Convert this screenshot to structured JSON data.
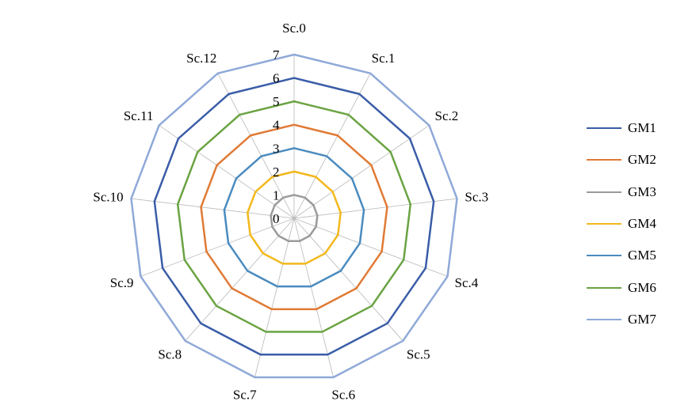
{
  "chart_data": {
    "type": "radar",
    "categories": [
      "Sc.0",
      "Sc.1",
      "Sc.2",
      "Sc.3",
      "Sc.4",
      "Sc.5",
      "Sc.6",
      "Sc.7",
      "Sc.8",
      "Sc.9",
      "Sc.10",
      "Sc.11",
      "Sc.12"
    ],
    "r_ticks": [
      "0",
      "1",
      "2",
      "3",
      "4",
      "5",
      "6",
      "7"
    ],
    "rlim": [
      0,
      7
    ],
    "grid": true,
    "legend": "right",
    "series": [
      {
        "name": "GM1",
        "color": "#3a5da8",
        "values": [
          6,
          6,
          6,
          6,
          6,
          6,
          6,
          6,
          6,
          6,
          6,
          6,
          6
        ]
      },
      {
        "name": "GM2",
        "color": "#e07a35",
        "values": [
          4,
          4,
          4,
          4,
          4,
          4,
          4,
          4,
          4,
          4,
          4,
          4,
          4
        ]
      },
      {
        "name": "GM3",
        "color": "#9b9b9b",
        "values": [
          1,
          1,
          1,
          1,
          1,
          1,
          1,
          1,
          1,
          1,
          1,
          1,
          1
        ]
      },
      {
        "name": "GM4",
        "color": "#f2b81c",
        "values": [
          2,
          2,
          2,
          2,
          2,
          2,
          2,
          2,
          2,
          2,
          2,
          2,
          2
        ]
      },
      {
        "name": "GM5",
        "color": "#4a8bbf",
        "values": [
          3,
          3,
          3,
          3,
          3,
          3,
          3,
          3,
          3,
          3,
          3,
          3,
          3
        ]
      },
      {
        "name": "GM6",
        "color": "#6aa342",
        "values": [
          5,
          5,
          5,
          5,
          5,
          5,
          5,
          5,
          5,
          5,
          5,
          5,
          5
        ]
      },
      {
        "name": "GM7",
        "color": "#8fa9d8",
        "values": [
          7,
          7,
          7,
          7,
          7,
          7,
          7,
          7,
          7,
          7,
          7,
          7,
          7
        ]
      }
    ]
  }
}
